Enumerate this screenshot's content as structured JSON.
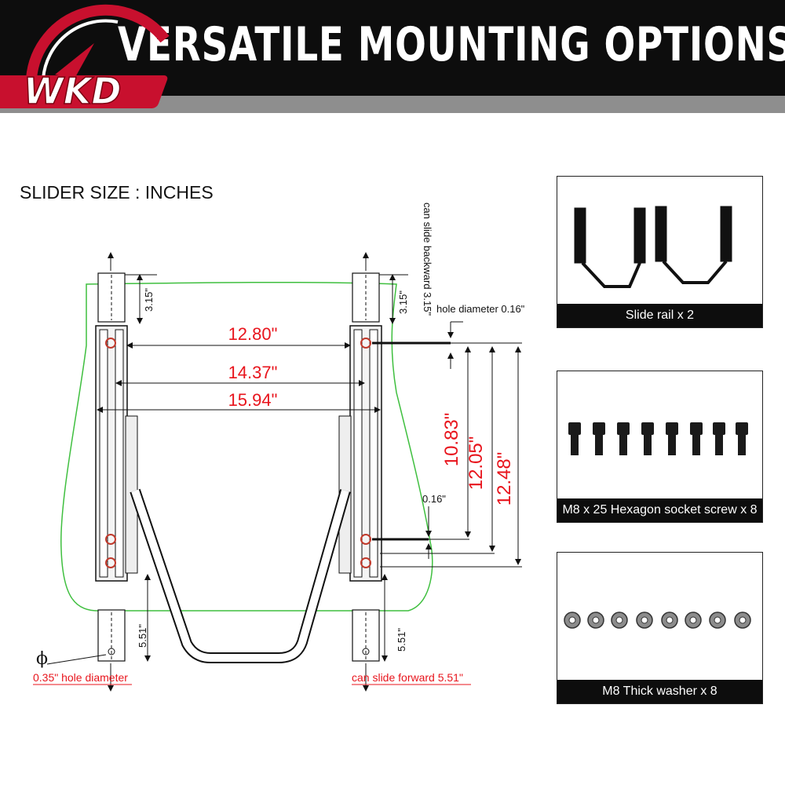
{
  "header": {
    "brand": "WKD",
    "title": "VERSATILE MOUNTING OPTIONS"
  },
  "diagram": {
    "size_label": "SLIDER SIZE : INCHES",
    "dims": {
      "width_inner": "12.80\"",
      "width_mid": "14.37\"",
      "width_outer": "15.94\"",
      "h1": "10.83\"",
      "h2": "12.05\"",
      "h3": "12.48\"",
      "hole_small": "0.16\"",
      "hole_diameter_note": "hole diameter 0.16\"",
      "back_left": "3.15\"",
      "back_right": "3.15\"",
      "slide_backward_note": "can slide backward 3.15\"",
      "fwd_left": "5.51\"",
      "fwd_right": "5.51\"",
      "slide_forward_note": "can slide forward 5.51\"",
      "hole_large_note": "0.35\" hole diameter",
      "phi_symbol": "ϕ"
    },
    "colors": {
      "dimension_red": "#e8141c",
      "seat_outline_green": "#3fbf3f"
    }
  },
  "panels": [
    {
      "caption": "Slide rail x 2"
    },
    {
      "caption": "M8 x 25 Hexagon socket screw x 8"
    },
    {
      "caption": "M8 Thick washer x 8"
    }
  ]
}
